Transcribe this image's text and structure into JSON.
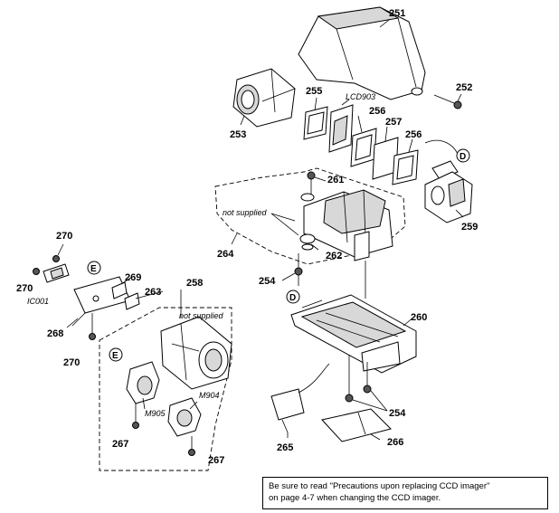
{
  "labels": {
    "p251": "251",
    "p252": "252",
    "p253": "253",
    "p255": "255",
    "lcd": "LCD903",
    "p256a": "256",
    "p257": "257",
    "p256b": "256",
    "ref_d_top": "D",
    "p261": "261",
    "p259": "259",
    "not_supplied_1": "not supplied",
    "p262": "262",
    "p264": "264",
    "p254a": "254",
    "ref_d_mid": "D",
    "p260": "260",
    "p254b": "254",
    "p265": "265",
    "p266": "266",
    "p270a": "270",
    "p270b": "270",
    "ic001": "IC001",
    "ref_e_left": "E",
    "p269": "269",
    "p263": "263",
    "p268": "268",
    "p270c": "270",
    "p258": "258",
    "not_supplied_2": "not supplied",
    "ref_e_low": "E",
    "m904": "M904",
    "m905": "M905",
    "p267a": "267",
    "p267b": "267"
  },
  "note": {
    "line1": "Be sure to read \"Precautions upon replacing CCD imager\"",
    "line2": "on page 4-7 when changing the CCD imager."
  }
}
